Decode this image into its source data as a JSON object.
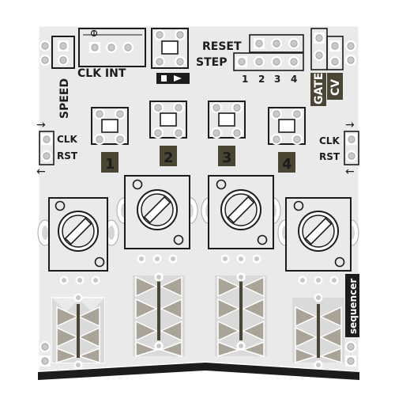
{
  "board": {
    "colors": {
      "board": "#eaeaea",
      "silk": "#ffffff",
      "copper": "#a9a497",
      "dark": "#1c1c1c",
      "label_box": "#4b4534",
      "pad": "#bdbdbd"
    }
  },
  "labels": {
    "clk_int": "CLK INT",
    "speed": "SPEED",
    "reset": "RESET",
    "step": "STEP",
    "gate": "GATE",
    "cv": "CV",
    "sequencer": "sequencer",
    "left_clk": "CLK",
    "left_rst": "RST",
    "right_clk": "CLK",
    "right_rst": "RST",
    "step_numbers": [
      "1",
      "2",
      "3",
      "4"
    ],
    "channel_numbers": [
      "1",
      "2",
      "3",
      "4"
    ]
  }
}
